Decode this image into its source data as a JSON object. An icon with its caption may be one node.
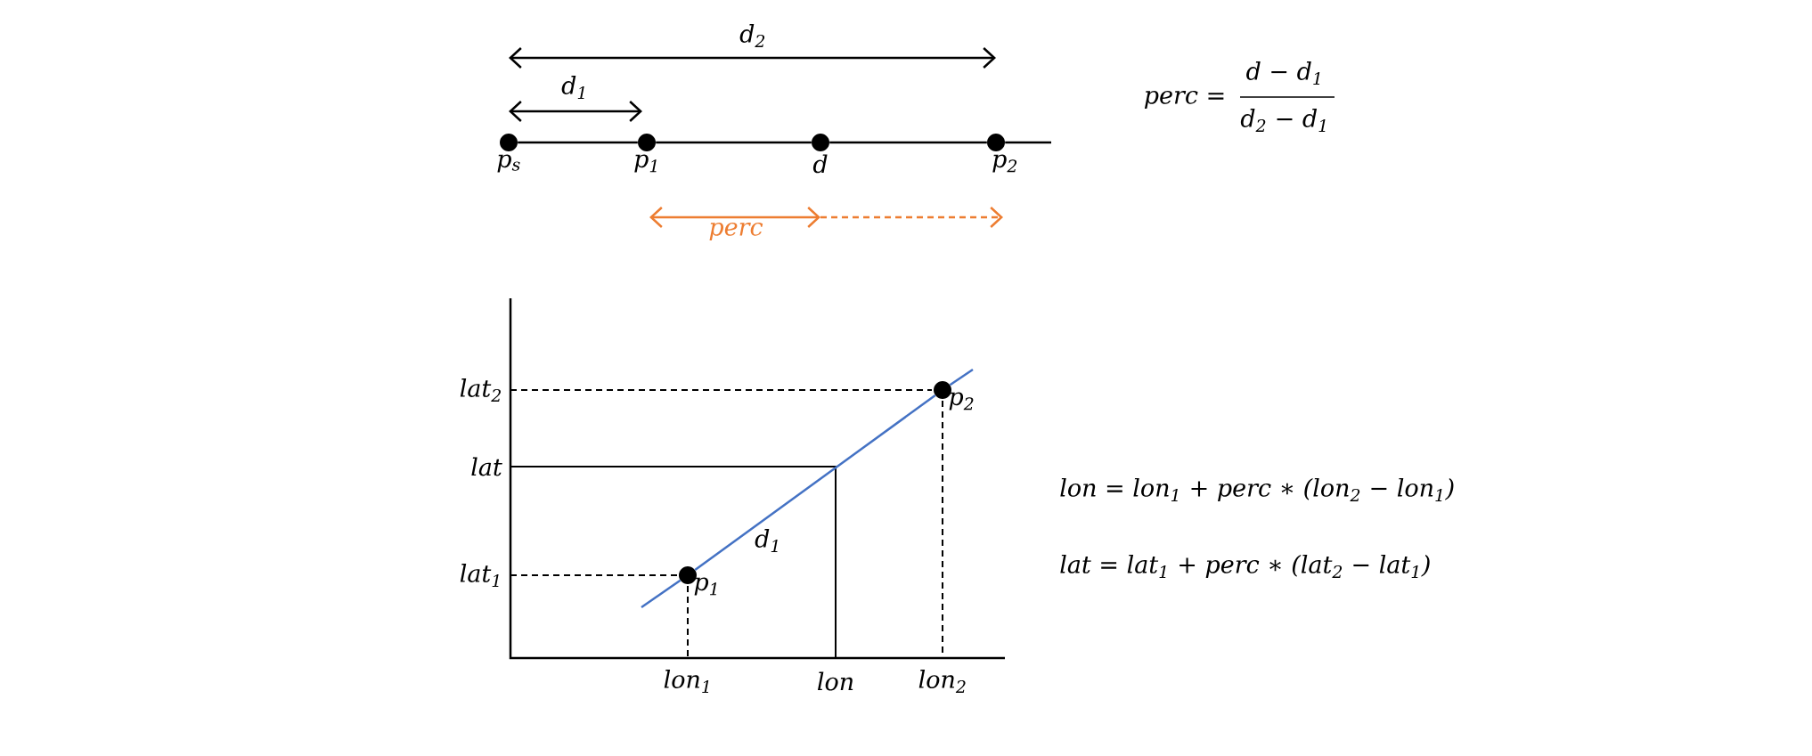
{
  "diagram": {
    "nodes": [
      {
        "text": [],
        "shape": "circle",
        "beside": [
          "p$_{s}$"
        ]
      },
      {
        "text": [],
        "shape": "circle",
        "beside": [
          "p$_{1}$"
        ]
      },
      {
        "text": [],
        "shape": "circle",
        "beside": [
          "d"
        ]
      },
      {
        "text": [],
        "shape": "circle",
        "beside": [
          "p$_{2}$"
        ]
      },
      {
        "text": [],
        "shape": "circle",
        "beside": [
          "p$_{1}$"
        ]
      },
      {
        "text": [],
        "shape": "circle",
        "beside": [
          "p$_{2}$"
        ]
      }
    ],
    "edges": [
      {
        "from": 0,
        "to": 1,
        "arrow": "none"
      },
      {
        "from": 1,
        "to": 2,
        "arrow": "none"
      },
      {
        "from": 2,
        "to": 3,
        "arrow": "none"
      },
      {
        "from": 3,
        "to": null,
        "arrow": "none"
      },
      {
        "from": 4,
        "to": 5,
        "arrow": "none",
        "color": "#4472c4"
      },
      {
        "from": null,
        "to": 4,
        "arrow": "none",
        "color": "#4472c4"
      },
      {
        "from": 5,
        "to": null,
        "arrow": "none",
        "color": "#4472c4"
      }
    ],
    "labels": [
      "d$_{2}$",
      "d$_{1}$",
      "perc =",
      "d − d$_{1}$",
      "d$_{2}$ − d$_{1}$",
      "perc",
      "lat$_{2}$",
      "lat",
      "lat$_{1}$",
      "d$_{1}$",
      "lon = lon$_{1}$ + perc ∗ (lon$_{2}$ − lon$_{1}$)",
      "lat = lat$_{1}$ + perc ∗ (lat$_{2}$ − lat$_{1}$)",
      "lon$_{1}$",
      "lon",
      "lon$_{2}$"
    ]
  }
}
